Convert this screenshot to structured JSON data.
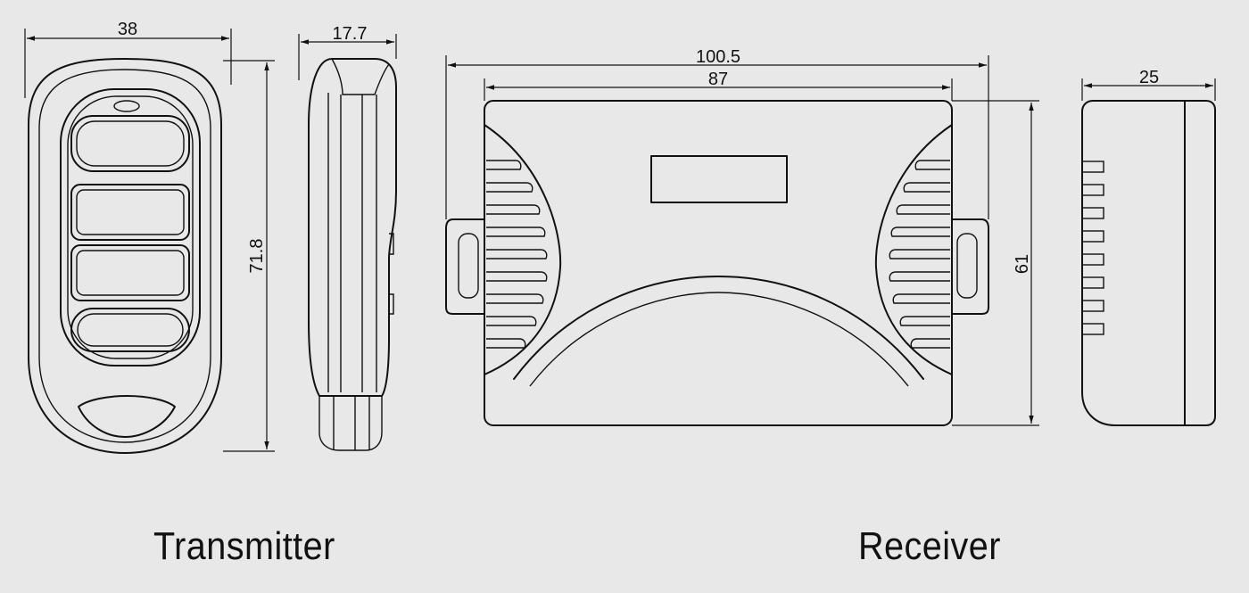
{
  "dimensions": {
    "transmitter_width": "38",
    "transmitter_thickness": "17.7",
    "transmitter_height": "71.8",
    "receiver_overall_width": "100.5",
    "receiver_body_width": "87",
    "receiver_height": "61",
    "receiver_depth": "25"
  },
  "captions": {
    "transmitter": "Transmitter",
    "receiver": "Receiver"
  },
  "colors": {
    "background": "#e8e8e8",
    "line": "#111111"
  }
}
